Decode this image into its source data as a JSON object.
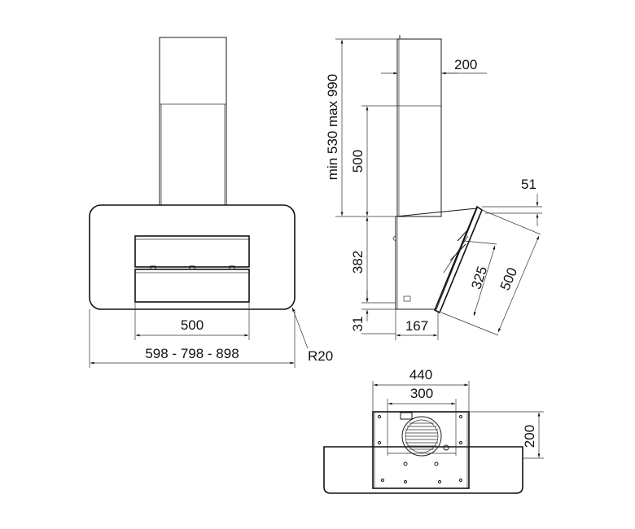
{
  "front_view": {
    "width_label": "598 - 798 - 898",
    "inner_width_label": "500",
    "radius_label": "R20"
  },
  "side_view": {
    "chimney_depth_label": "200",
    "chimney_height_label": "min 530 max 990",
    "upper_chimney_label": "500",
    "glass_offset_label": "51",
    "body_height_label": "382",
    "bottom_label": "31",
    "base_depth_label": "167",
    "glass_inner_label": "325",
    "glass_length_label": "500"
  },
  "top_view": {
    "outer_width_label": "440",
    "inner_width_label": "300",
    "depth_label": "200"
  }
}
